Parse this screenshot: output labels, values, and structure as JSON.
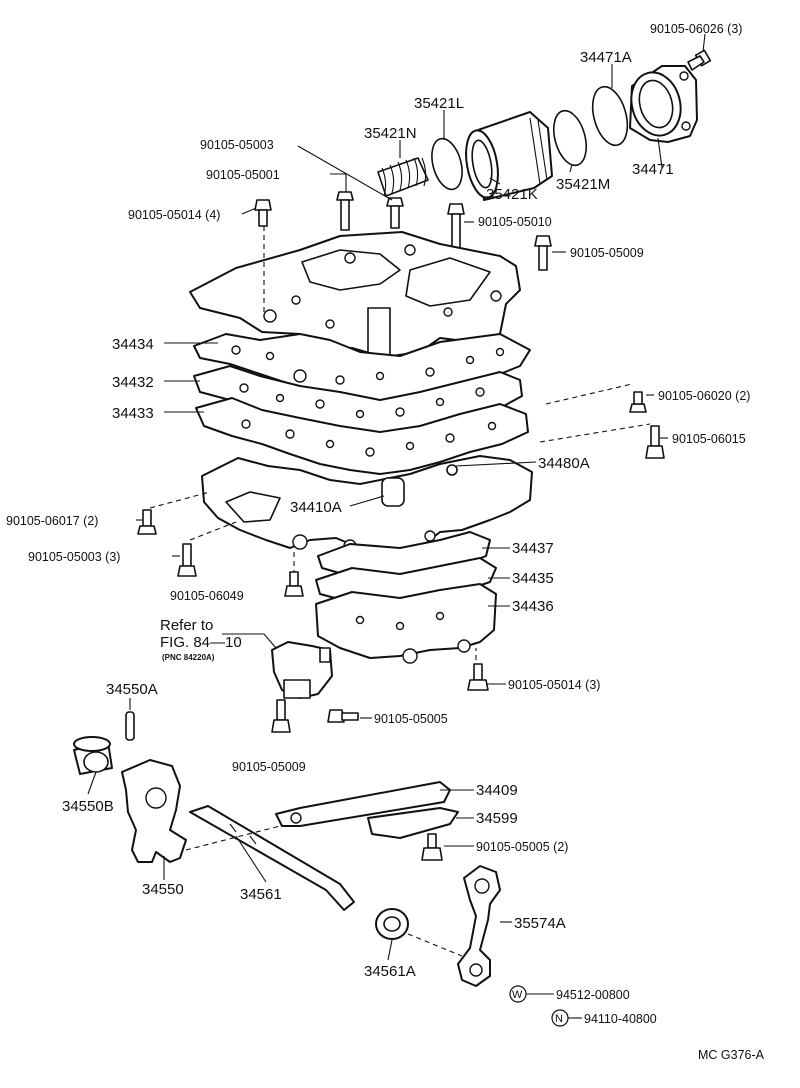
{
  "labels": {
    "p90105_06026": "90105-06026 (3)",
    "p34471A": "34471A",
    "p35421L": "35421L",
    "p35421N": "35421N",
    "p90105_05003a": "90105-05003",
    "p90105_05001": "90105-05001",
    "p90105_05014_4": "90105-05014 (4)",
    "p90105_05010": "90105-05010",
    "p90105_05009a": "90105-05009",
    "p35421K": "35421K",
    "p35421M": "35421M",
    "p34471": "34471",
    "p34434": "34434",
    "p34432": "34432",
    "p34433": "34433",
    "p90105_06020": "90105-06020 (2)",
    "p90105_06015": "90105-06015",
    "p34480A": "34480A",
    "p34410A": "34410A",
    "p90105_06017": "90105-06017 (2)",
    "p90105_05003_3": "90105-05003 (3)",
    "p34437": "34437",
    "p34435": "34435",
    "p90105_06049": "90105-06049",
    "p34436": "34436",
    "refer_line1": "Refer to",
    "refer_line2": "FIG. 84—10",
    "refer_line3": "(PNC 84220A)",
    "p90105_05014_3": "90105-05014 (3)",
    "p34550A": "34550A",
    "p90105_05005": "90105-05005",
    "p90105_05009b": "90105-05009",
    "p34409": "34409",
    "p34550B": "34550B",
    "p34599": "34599",
    "p90105_05005_2": "90105-05005 (2)",
    "p34550": "34550",
    "p34561": "34561",
    "p35574A": "35574A",
    "p34561A": "34561A",
    "p94512_00800": "94512-00800",
    "p94110_40800": "94110-40800",
    "footer_code": "MC G376-A"
  },
  "markers": {
    "washer_symbol": "W",
    "nut_symbol": "N"
  }
}
